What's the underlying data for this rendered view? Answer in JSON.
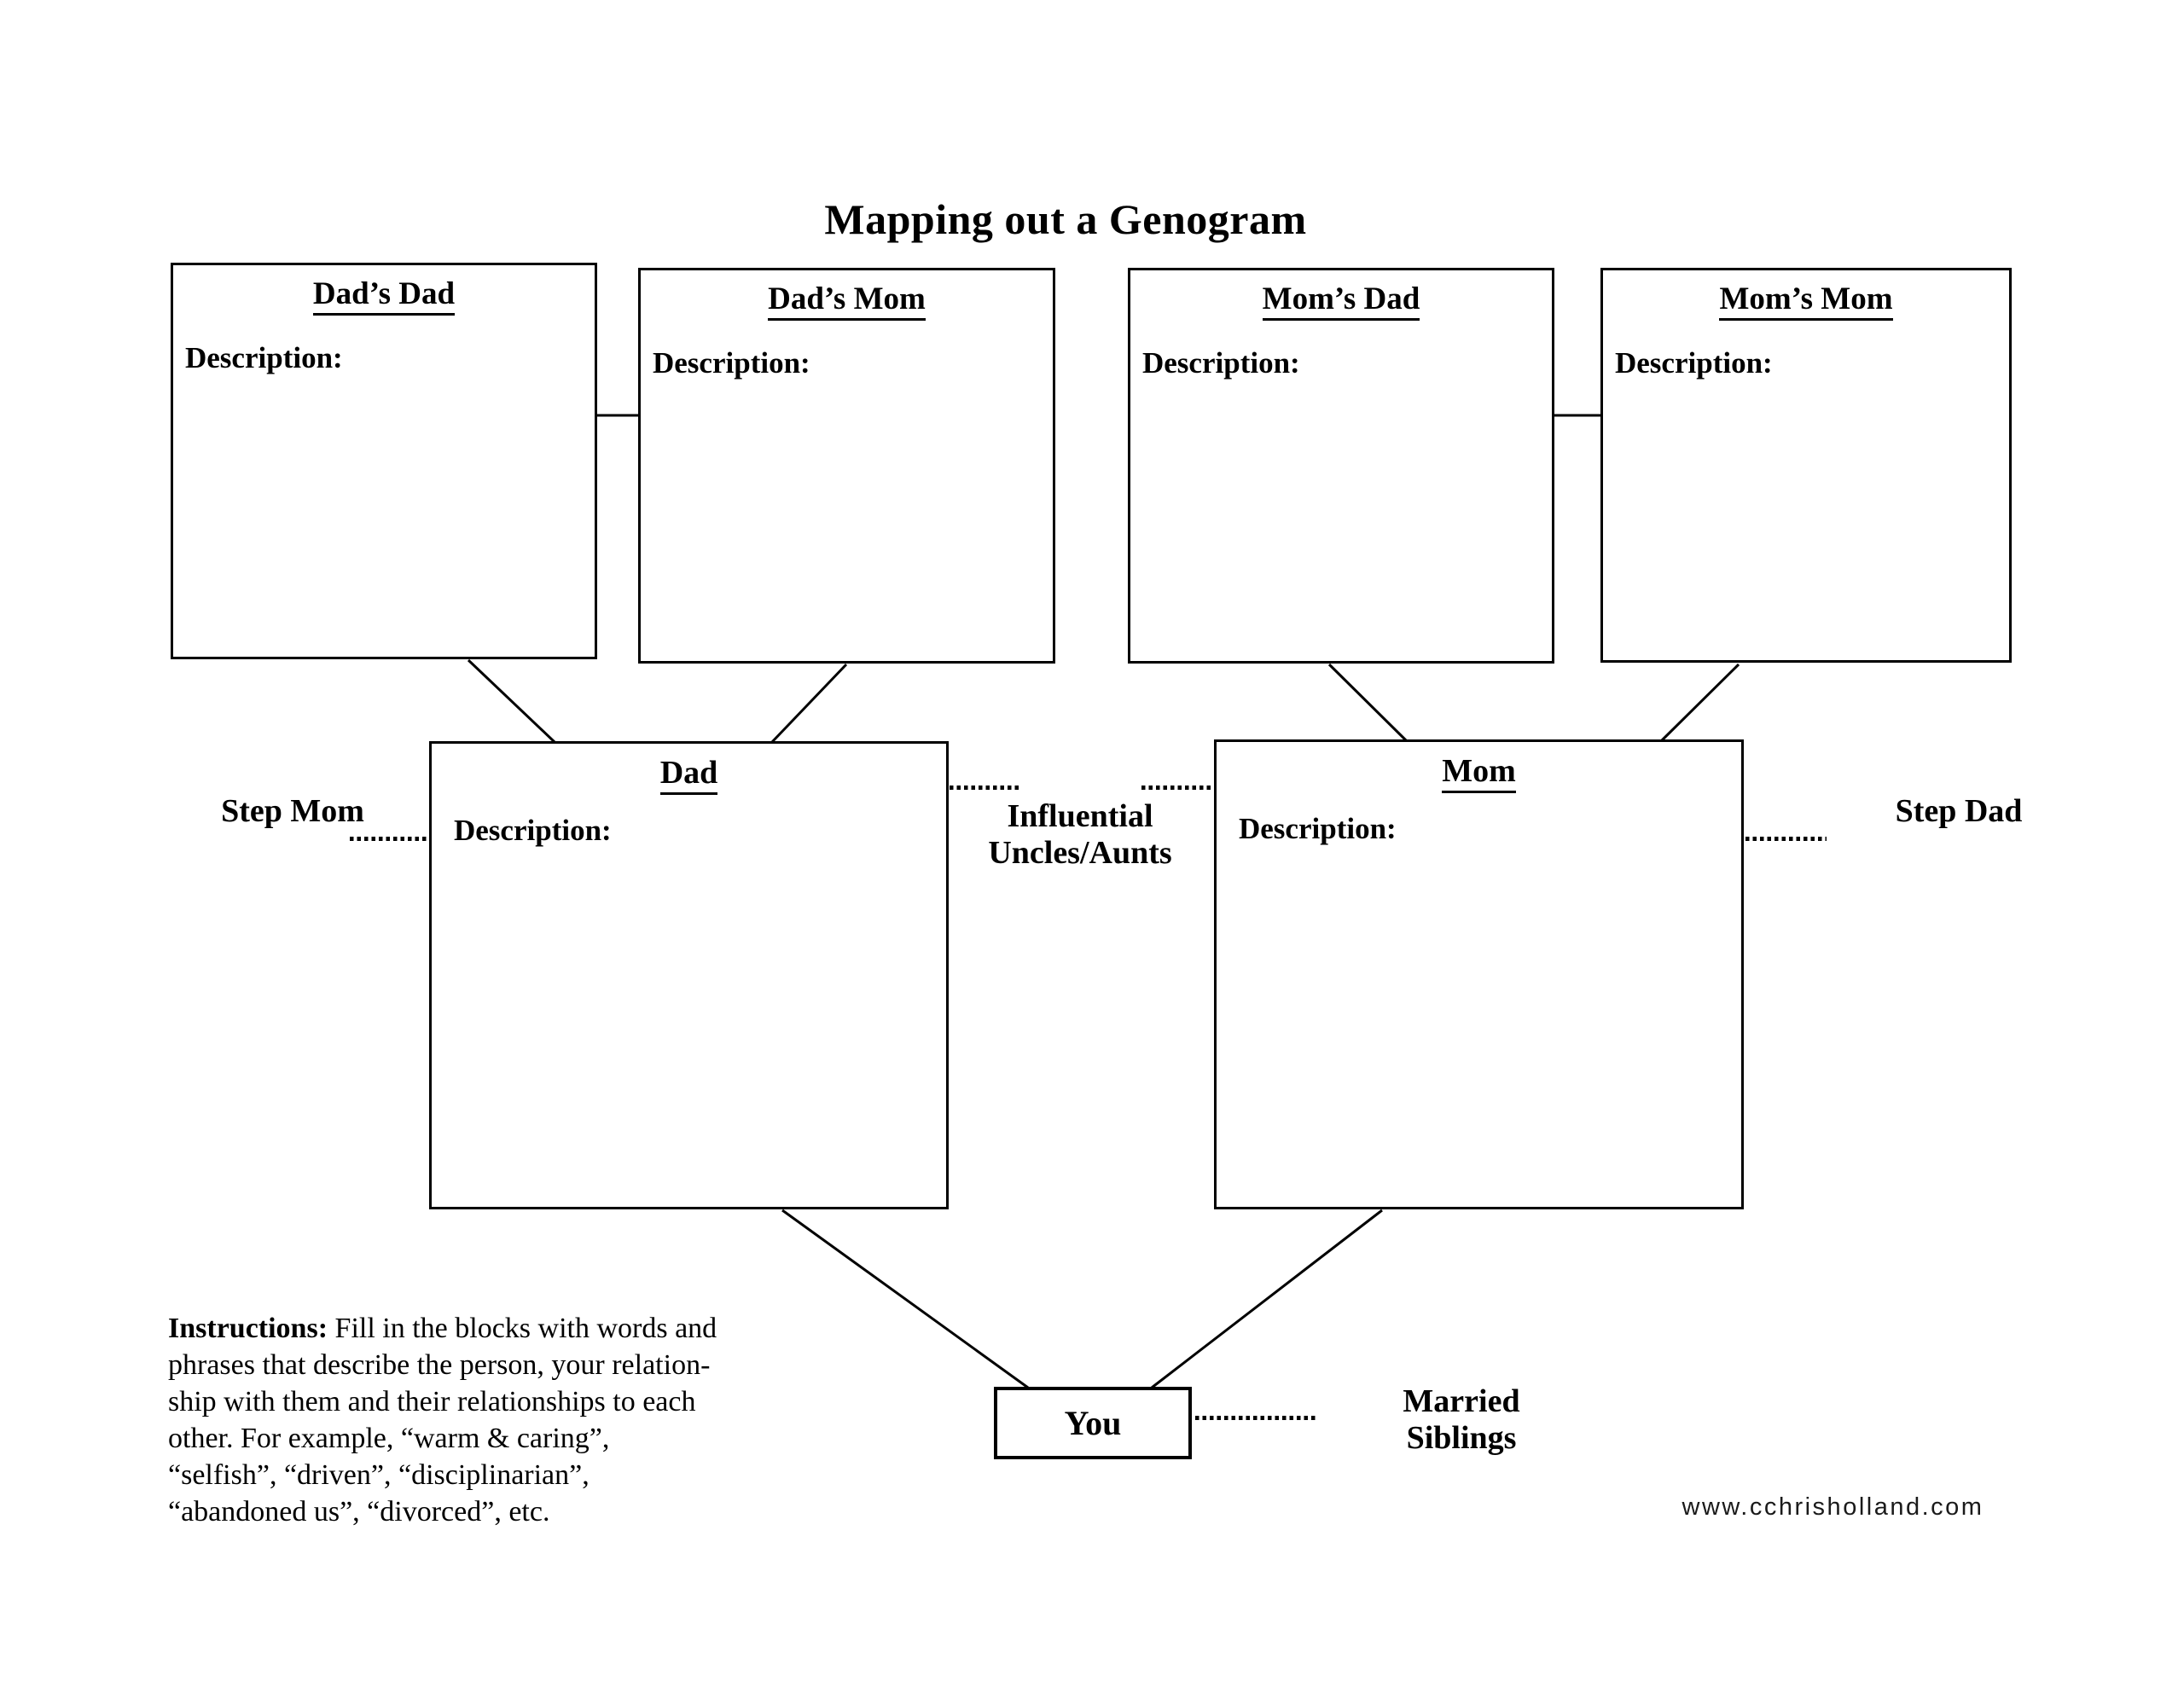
{
  "page": {
    "title": "Mapping out a Genogram"
  },
  "boxes": {
    "dads_dad": {
      "title": "Dad’s Dad",
      "description_label": "Description:"
    },
    "dads_mom": {
      "title": "Dad’s Mom",
      "description_label": "Description:"
    },
    "moms_dad": {
      "title": "Mom’s Dad",
      "description_label": "Description:"
    },
    "moms_mom": {
      "title": "Mom’s Mom",
      "description_label": "Description:"
    },
    "dad": {
      "title": "Dad",
      "description_label": "Description:"
    },
    "mom": {
      "title": "Mom",
      "description_label": "Description:"
    },
    "you": {
      "title": "You"
    }
  },
  "relationship_labels": {
    "step_mom": "Step Mom",
    "step_dad": "Step Dad",
    "influential_uncles_aunts": "Influential Uncles/Aunts",
    "married_siblings": "Married Siblings"
  },
  "instructions": {
    "bold_label": "Instructions:",
    "lines": [
      " Fill in the blocks with words and",
      "phrases that describe the person, your relation-",
      "ship with them and their relationships to each",
      "other. For example, “warm & caring”,",
      "“selfish”, “driven”, “disciplinarian”,",
      "“abandoned us”, “divorced”, etc."
    ]
  },
  "footer": {
    "website": "www.cchrisholland.com"
  },
  "colors": {
    "line": "#000000",
    "text": "#000000",
    "background": "#ffffff"
  }
}
